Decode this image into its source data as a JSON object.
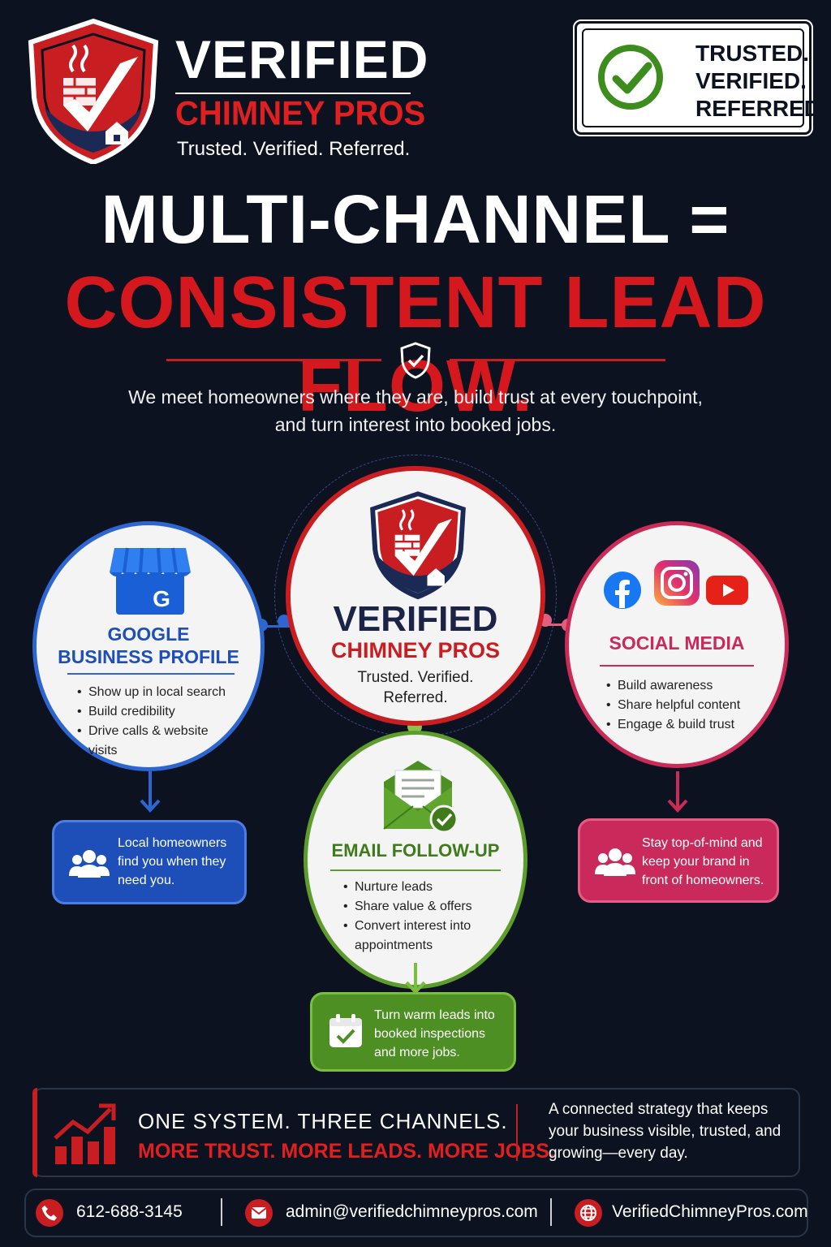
{
  "brand": {
    "name": "VERIFIED",
    "sub": "CHIMNEY PROS",
    "tagline": "Trusted. Verified. Referred."
  },
  "trust_badge": {
    "line1": "TRUSTED.",
    "line2": "VERIFIED.",
    "line3": "REFERRED."
  },
  "headline": {
    "line1": "MULTI-CHANNEL =",
    "line2": "CONSISTENT LEAD FLOW."
  },
  "intro": {
    "line1": "We meet homeowners where they are, build trust at every touchpoint,",
    "line2": "and turn interest into booked jobs."
  },
  "center": {
    "name": "VERIFIED",
    "sub": "CHIMNEY PROS",
    "tag1": "Trusted. Verified.",
    "tag2": "Referred."
  },
  "google": {
    "title1": "GOOGLE",
    "title2": "BUSINESS PROFILE",
    "items": [
      "Show up in local search",
      "Build credibility",
      "Drive calls & website visits"
    ],
    "box": "Local homeowners find you when they need you.",
    "accent": "#2d66d0"
  },
  "social": {
    "title": "SOCIAL MEDIA",
    "items": [
      "Build awareness",
      "Share helpful content",
      "Engage & build trust"
    ],
    "box": "Stay top-of-mind and keep your brand in front of homeowners.",
    "accent": "#cc2a57"
  },
  "email": {
    "title": "EMAIL FOLLOW-UP",
    "items": [
      "Nurture leads",
      "Share value & offers",
      "Convert interest into appointments"
    ],
    "box": "Turn warm leads into booked inspections and more jobs.",
    "accent": "#5d9d2b"
  },
  "strip": {
    "line1": "ONE SYSTEM. THREE CHANNELS.",
    "line2": "MORE TRUST. MORE LEADS. MORE JOBS.",
    "right": "A connected strategy that keeps your business visible, trusted, and growing—every day."
  },
  "footer": {
    "phone": "612-688-3145",
    "email": "admin@verifiedchimneypros.com",
    "website": "VerifiedChimneyPros.com"
  },
  "colors": {
    "background": "#0c1220",
    "red": "#c81e22"
  },
  "icons": [
    "shield-logo-icon",
    "check-circle-icon",
    "google-business-icon",
    "facebook-icon",
    "instagram-icon",
    "youtube-icon",
    "email-envelope-icon",
    "calendar-check-icon",
    "users-icon",
    "chart-growth-icon",
    "phone-icon",
    "mail-icon",
    "globe-icon"
  ]
}
